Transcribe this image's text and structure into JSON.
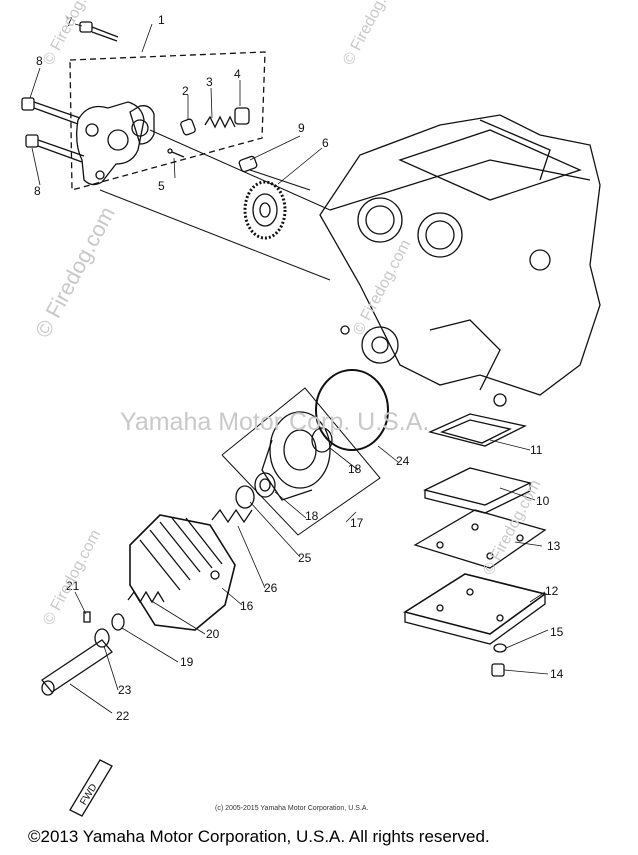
{
  "watermarks": {
    "center": "Yamaha Motor Corp. U.S.A.",
    "site": "© Firedog.com"
  },
  "callouts": {
    "c1": "1",
    "c2": "2",
    "c3": "3",
    "c4": "4",
    "c5": "5",
    "c6": "6",
    "c7": "7",
    "c8a": "8",
    "c8b": "8",
    "c9": "9",
    "c10": "10",
    "c11": "11",
    "c12": "12",
    "c13": "13",
    "c14": "14",
    "c15": "15",
    "c16": "16",
    "c17": "17",
    "c18a": "18",
    "c18b": "18",
    "c19": "19",
    "c20": "20",
    "c21": "21",
    "c22": "22",
    "c23": "23",
    "c24": "24",
    "c25": "25",
    "c26": "26"
  },
  "fwd_label": "FWD",
  "small_copyright": "(c) 2005-2015 Yamaha Motor Corporation, U.S.A.",
  "footer_copyright": "©2013 Yamaha Motor Corporation, U.S.A. All rights reserved.",
  "colors": {
    "line": "#111111",
    "watermark": "#c9c9c9",
    "background": "#ffffff"
  }
}
